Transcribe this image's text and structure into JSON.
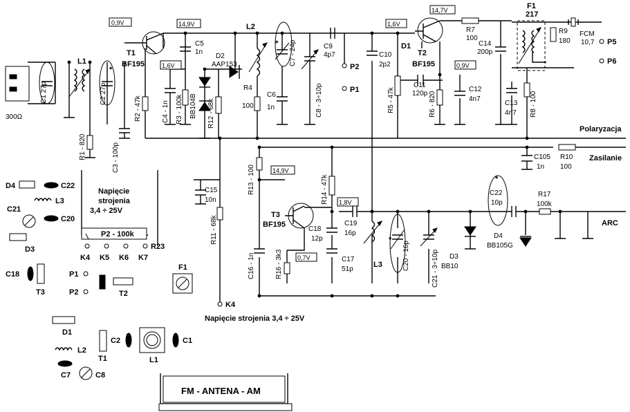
{
  "schematic": {
    "components": {
      "C1": "C1 27p",
      "C2": "C2 27p",
      "C3": "C3 - 100p",
      "C4": "C4 - 1n",
      "C5": "C5",
      "C5v": "1n",
      "C6": "C6",
      "C6v": "1n",
      "C7": "C7 - 24p",
      "C8": "C8 - 3÷10p",
      "C9": "C9",
      "C9v": "4p7",
      "C10": "C10",
      "C10v": "2p2",
      "C11": "C11",
      "C11v": "120p",
      "C12": "C12",
      "C12v": "4n7",
      "C13": "C13",
      "C13v": "4n7",
      "C14": "C14",
      "C14v": "200p",
      "C15": "C15",
      "C15v": "10n",
      "C16": "C16 - 1n",
      "C17": "C17",
      "C17v": "51p",
      "C18": "C18",
      "C18v": "12p",
      "C19": "C19",
      "C19v": "16p",
      "C20": "C20 - 16p",
      "C21": "C21 - 3÷10p",
      "C22": "C22",
      "C22v": "10p",
      "C105": "C105",
      "C105v": "1n",
      "R1": "R1 - 820",
      "R2": "R2 - 47k",
      "R3": "R3 - 100k",
      "R4": "R4",
      "R4v": "100",
      "R5": "R5 - 47k",
      "R6": "R6 - 820",
      "R7": "R7",
      "R7v": "100",
      "R8": "R8 - 100",
      "R9": "R9",
      "R9v": "180",
      "R10": "R10",
      "R10v": "100",
      "R11": "R11 - 68k",
      "R12": "R12 - 68k",
      "R13": "R13 - 100",
      "R14": "R14 - 47k",
      "R16": "R16 - 3k3",
      "R17": "R17",
      "R17v": "100k",
      "L1": "L1",
      "L2": "L2",
      "L3": "L3",
      "T1": "T1",
      "T1type": "BF195",
      "T2": "T2",
      "T2type": "BF195",
      "T3": "T3",
      "T3type": "BF195",
      "D1": "D1",
      "D1label": "D1",
      "D1type": "BB104B",
      "D2": "D2",
      "D2type": "AAP153",
      "D3": "D3",
      "D3type": "BB10",
      "D4": "D4",
      "D4type": "BB105G",
      "F1": "F1",
      "F1type": "217",
      "FCM": "FCM",
      "FCMv": "10,7",
      "ohm300": "300Ω",
      "star": "*"
    },
    "voltages": {
      "v09a": "0,9V",
      "v149a": "14,9V",
      "v16a": "1,6V",
      "v16b": "1,6V",
      "v147": "14,7V",
      "v09b": "0,9V",
      "v149b": "14,9V",
      "v18": "1,8V",
      "v07": "0,7V"
    },
    "points": {
      "P1": "P1",
      "P2": "P2",
      "P5": "P5",
      "P6": "P6",
      "K4": "K4"
    },
    "lines": {
      "polaryzacja": "Polaryzacja",
      "zasilanie": "Zasilanie",
      "arc": "ARC"
    },
    "tuning_note": "Napięcie strojenia 3,4 ÷ 25V",
    "layout": {
      "title_line1": "Napięcie",
      "title_line2": "strojenia",
      "title_line3": "3,4 ÷ 25V",
      "pot": "P2 - 100k",
      "r23": "R23",
      "k_labels": [
        "K4",
        "K5",
        "K6",
        "K7"
      ],
      "parts": {
        "D4": "D4",
        "C22": "C22",
        "L3": "L3",
        "C21": "C21",
        "C20": "C20",
        "D3": "D3",
        "C18": "C18",
        "T3": "T3",
        "P1": "P1",
        "P2": "P2",
        "T2": "T2",
        "F1": "F1",
        "D1": "D1",
        "C2": "C2",
        "C1": "C1",
        "L2": "L2",
        "T1": "T1",
        "L1": "L1",
        "C7": "C7",
        "C8": "C8"
      },
      "board_label": "FM - ANTENA - AM"
    }
  }
}
